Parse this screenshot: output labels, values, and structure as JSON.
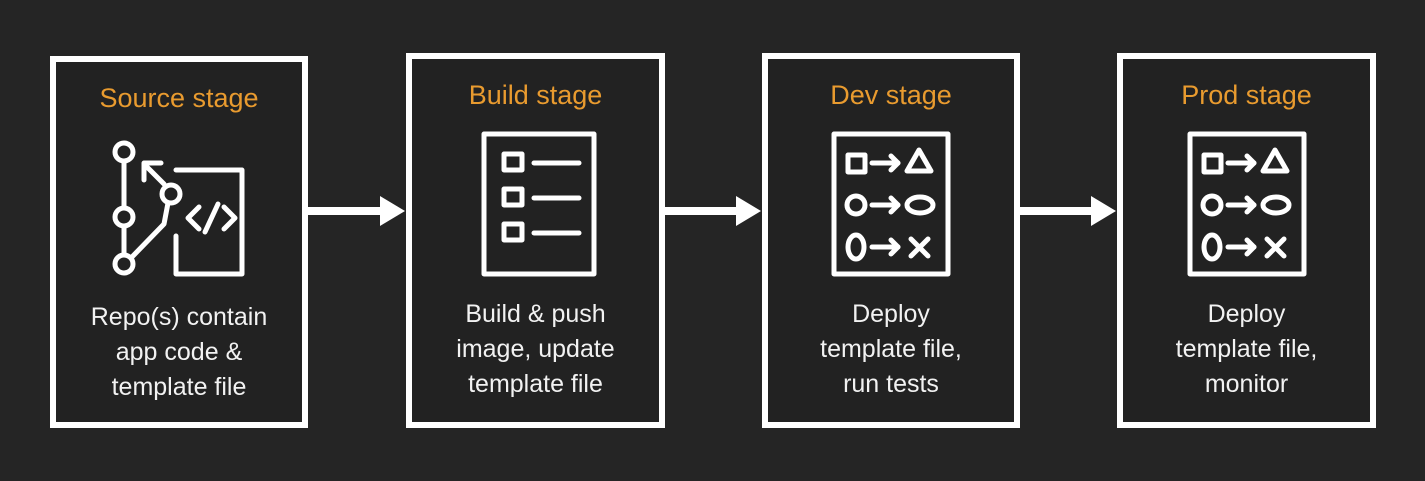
{
  "stages": [
    {
      "title": "Source stage",
      "icon": "git-branch-code-icon",
      "lines": [
        "Repo(s) contain",
        "app code &",
        "template file"
      ]
    },
    {
      "title": "Build stage",
      "icon": "checklist-icon",
      "lines": [
        "Build & push",
        "image, update",
        "template file"
      ]
    },
    {
      "title": "Dev stage",
      "icon": "transform-test-icon",
      "lines": [
        "Deploy",
        "template file,",
        "run tests"
      ]
    },
    {
      "title": "Prod stage",
      "icon": "transform-test-icon",
      "lines": [
        "Deploy",
        "template file,",
        "monitor"
      ]
    }
  ],
  "colors": {
    "background": "#252525",
    "box_border": "#ffffff",
    "title": "#e99b2f",
    "text": "#f2f2f2"
  }
}
